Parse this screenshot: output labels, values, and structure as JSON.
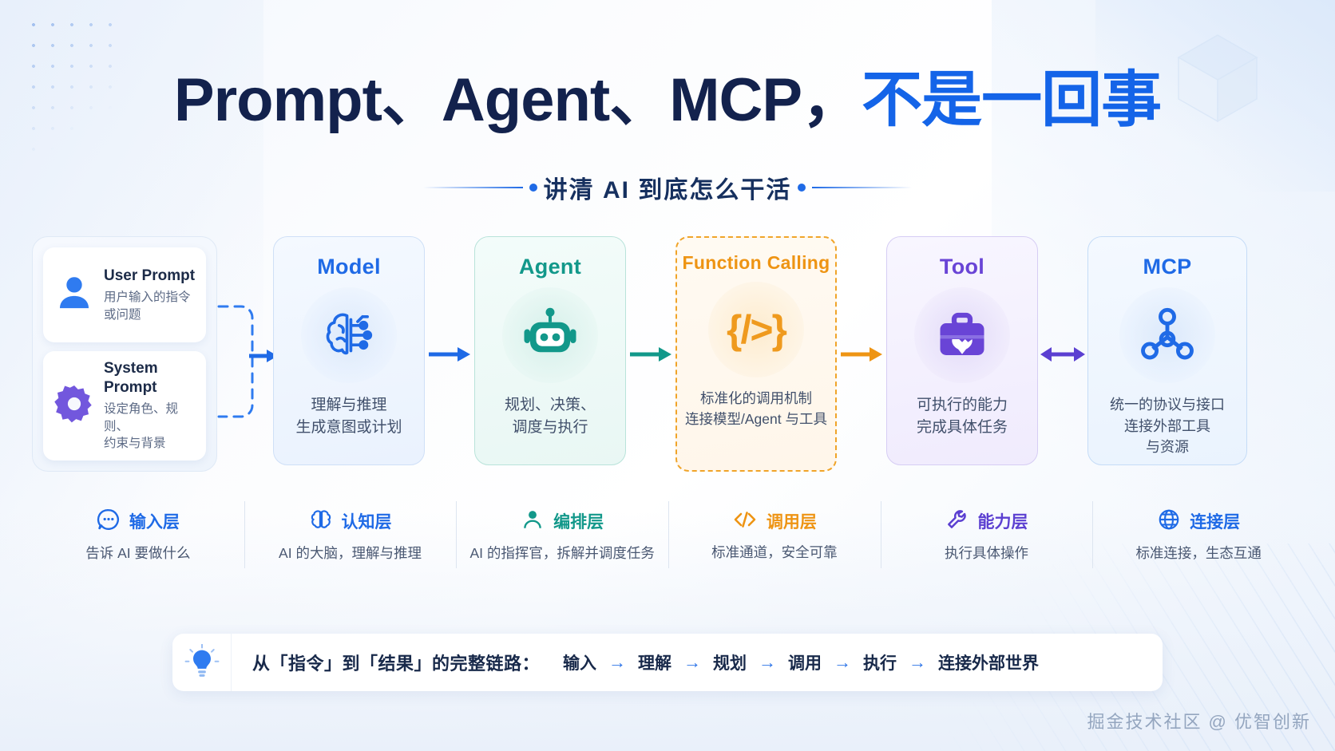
{
  "title": {
    "part_dark": "Prompt、Agent、MCP，",
    "part_blue": "不是一回事"
  },
  "subtitle": "讲清 AI 到底怎么干活",
  "prompt_group": {
    "items": [
      {
        "icon": "user-icon",
        "name": "User Prompt",
        "desc": "用户输入的指令\n或问题"
      },
      {
        "icon": "gear-icon",
        "name": "System Prompt",
        "desc": "设定角色、规则、\n约束与背景"
      }
    ]
  },
  "cards": [
    {
      "key": "model",
      "title": "Model",
      "icon": "brain-circuit-icon",
      "color": "#1f6ae6",
      "desc_lines": [
        "理解与推理",
        "生成意图或计划"
      ]
    },
    {
      "key": "agent",
      "title": "Agent",
      "icon": "robot-icon",
      "color": "#12988a",
      "desc_lines": [
        "规划、决策、",
        "调度与执行"
      ]
    },
    {
      "key": "function_calling",
      "title": "Function Calling",
      "icon": "code-braces-icon",
      "color": "#ee9413",
      "symbol": "{/>}",
      "desc_lines": [
        "标准化的调用机制",
        "连接模型/Agent 与工具"
      ]
    },
    {
      "key": "tool",
      "title": "Tool",
      "icon": "toolbox-icon",
      "color": "#6944d6",
      "desc_lines": [
        "可执行的能力",
        "完成具体任务"
      ]
    },
    {
      "key": "mcp",
      "title": "MCP",
      "icon": "node-network-icon",
      "color": "#1f6ae6",
      "desc_lines": [
        "统一的协议与接口",
        "连接外部工具",
        "与资源"
      ]
    }
  ],
  "arrows": [
    {
      "name": "arrow-prompt-to-model",
      "glyph": "→",
      "color": "#1f6ae6"
    },
    {
      "name": "arrow-model-to-agent",
      "glyph": "→",
      "color": "#1f6ae6"
    },
    {
      "name": "arrow-agent-to-function-calling",
      "glyph": "→",
      "color": "#12988a"
    },
    {
      "name": "arrow-function-calling-to-tool",
      "glyph": "→",
      "color": "#ee9413"
    },
    {
      "name": "arrow-tool-to-mcp",
      "glyph": "↔",
      "color": "#5b3fd1"
    }
  ],
  "layers": [
    {
      "icon": "chat-bubble-icon",
      "name": "输入层",
      "desc": "告诉 AI 要做什么",
      "color": "#1f6ae6"
    },
    {
      "icon": "brain-icon",
      "name": "认知层",
      "desc": "AI 的大脑，理解与推理",
      "color": "#1f6ae6"
    },
    {
      "icon": "person-icon",
      "name": "编排层",
      "desc": "AI 的指挥官，拆解并调度任务",
      "color": "#12988a"
    },
    {
      "icon": "code-icon",
      "name": "调用层",
      "desc": "标准通道，安全可靠",
      "color": "#ee9413"
    },
    {
      "icon": "wrench-icon",
      "name": "能力层",
      "desc": "执行具体操作",
      "color": "#5b3fd1"
    },
    {
      "icon": "globe-icon",
      "name": "连接层",
      "desc": "标准连接，生态互通",
      "color": "#1f6ae6"
    }
  ],
  "summary": {
    "icon": "lightbulb-icon",
    "lead": "从「指令」到「结果」的完整链路：",
    "chain": [
      "输入",
      "理解",
      "规划",
      "调用",
      "执行",
      "连接外部世界"
    ],
    "chain_arrow": "→"
  },
  "footer": {
    "text": "掘金技术社区 @ 优智创新"
  }
}
